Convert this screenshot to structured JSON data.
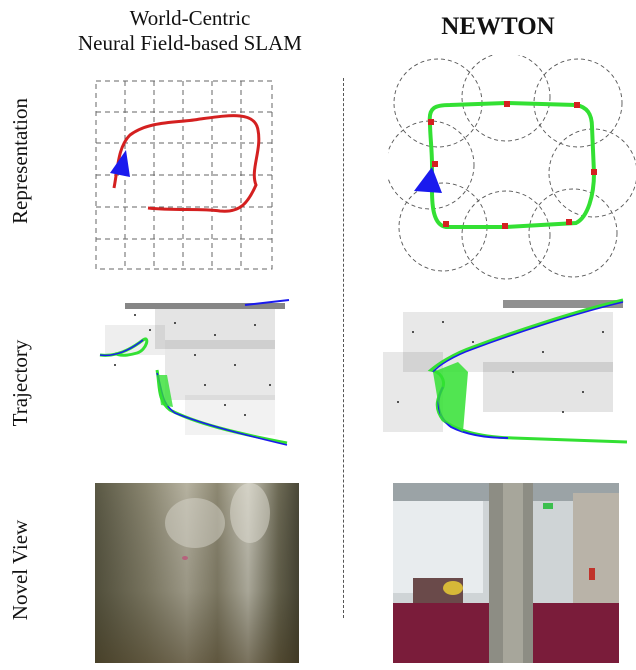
{
  "columns": {
    "left_line1": "World-Centric",
    "left_line2": "Neural Field-based  SLAM",
    "right": "NEWTON"
  },
  "rows": {
    "representation": "Representation",
    "trajectory": "Trajectory",
    "novel_view": "Novel View"
  },
  "colors": {
    "trajectory_red": "#d42020",
    "trajectory_green": "#33e033",
    "camera_blue": "#1a1aee",
    "keyframe_red": "#d42020",
    "grid_dash": "#666666"
  },
  "icons": [
    "camera-triangle-icon",
    "keyframe-marker-icon"
  ]
}
